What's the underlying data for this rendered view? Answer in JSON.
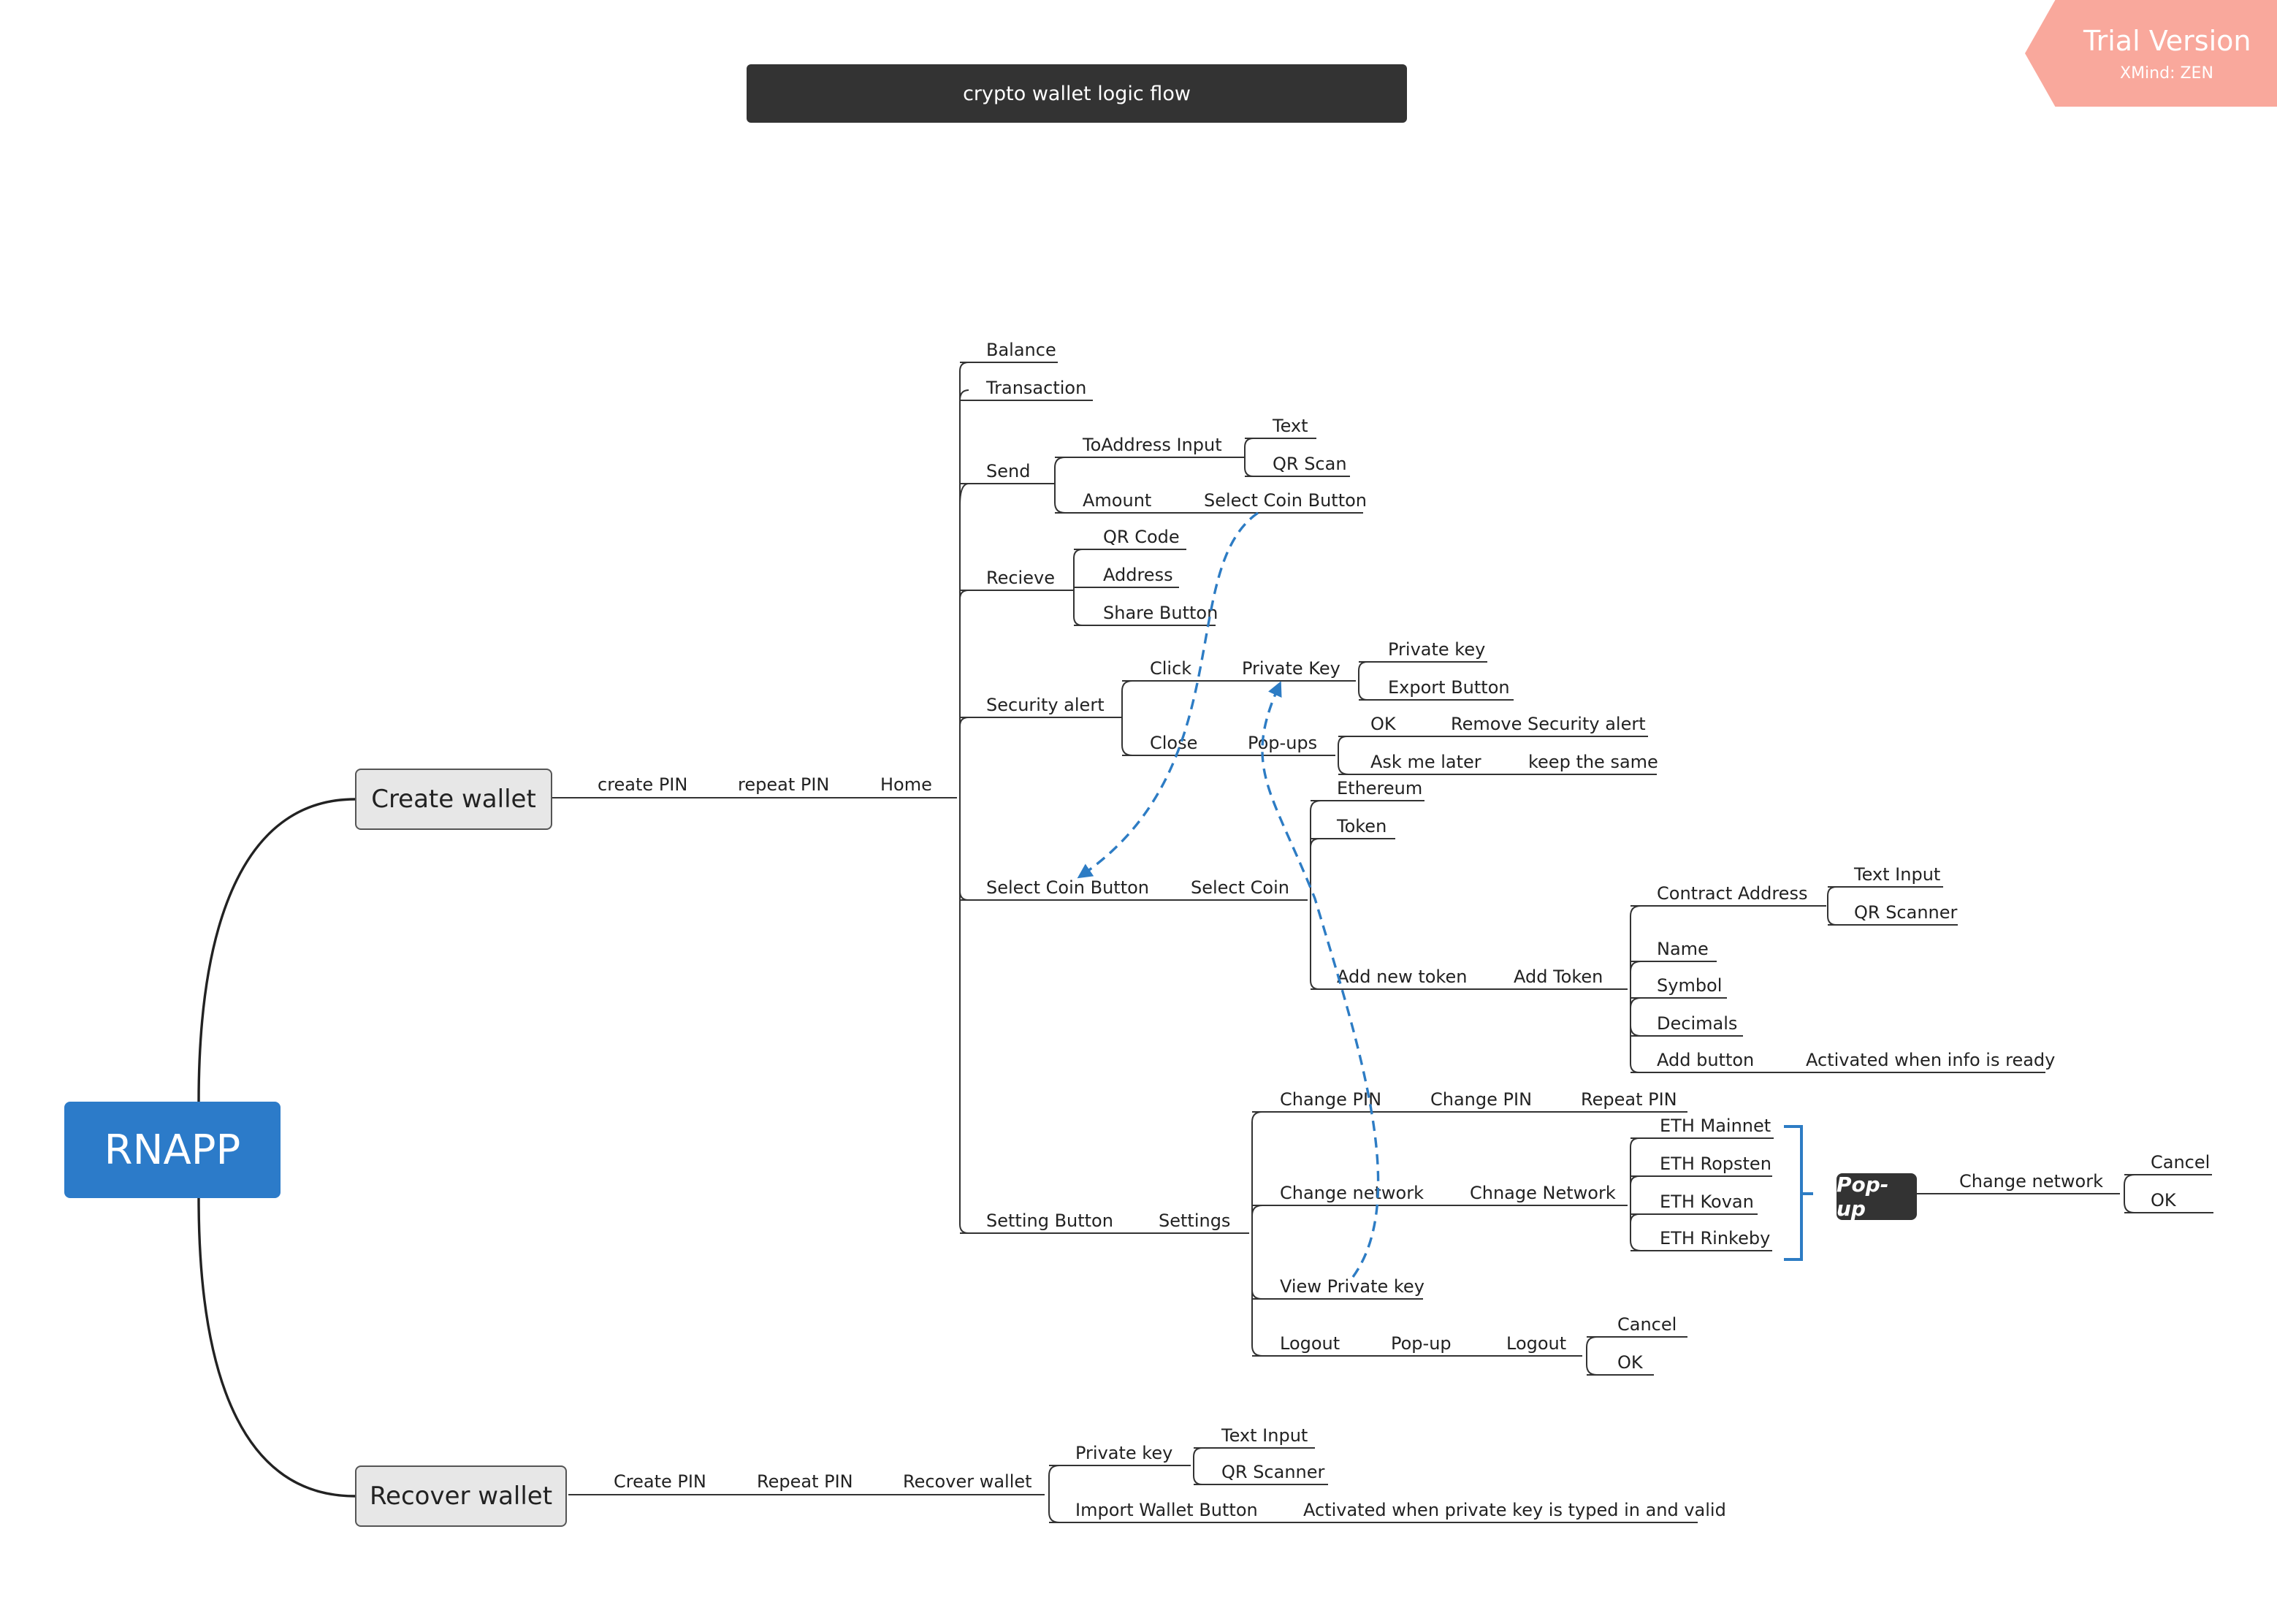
{
  "title": "crypto wallet logic flow",
  "root": "RNAPP",
  "watermark": {
    "title": "Trial Version",
    "subtitle": "XMind: ZEN"
  },
  "create_wallet": {
    "label": "Create wallet",
    "chain": [
      "create PIN",
      "repeat PIN",
      "Home"
    ],
    "home_items": {
      "balance": "Balance",
      "transaction": "Transaction",
      "send": {
        "label": "Send",
        "to_address": {
          "label": "ToAddress Input",
          "options": [
            "Text",
            "QR Scan"
          ]
        },
        "amount": "Amount",
        "select_coin_button": "Select Coin Button"
      },
      "receive": {
        "label": "Recieve",
        "items": [
          "QR Code",
          "Address",
          "Share Button"
        ]
      },
      "security_alert": {
        "label": "Security alert",
        "click": {
          "label": "Click",
          "private_key": "Private Key",
          "items": [
            "Private key",
            "Export Button"
          ]
        },
        "close": {
          "label": "Close",
          "popups": "Pop-ups",
          "ok": "OK",
          "ok_result": "Remove Security alert",
          "later": "Ask me later",
          "later_result": "keep the same"
        }
      },
      "select_coin": {
        "label": "Select Coin Button",
        "next": "Select Coin",
        "coins": [
          "Ethereum",
          "Token"
        ],
        "add_new_token": "Add new token",
        "add_token": "Add Token",
        "contract_address": {
          "label": "Contract Address",
          "options": [
            "Text Input",
            "QR Scanner"
          ]
        },
        "fields": [
          "Name",
          "Symbol",
          "Decimals"
        ],
        "add_button": "Add button",
        "add_button_note": "Activated when info is ready"
      },
      "settings": {
        "label": "Setting Button",
        "next": "Settings",
        "change_pin": [
          "Change PIN",
          "Change PIN",
          "Repeat PIN"
        ],
        "change_network": {
          "label": "Change network",
          "next": "Chnage Network",
          "networks": [
            "ETH Mainnet",
            "ETH Ropsten",
            "ETH Kovan",
            "ETH Rinkeby"
          ],
          "popup": "Pop-up",
          "popup_action": "Change network",
          "popup_options": [
            "Cancel",
            "OK"
          ]
        },
        "view_private_key": "View Private key",
        "logout": {
          "label": "Logout",
          "popup": "Pop-up",
          "next": "Logout",
          "options": [
            "Cancel",
            "OK"
          ]
        }
      }
    }
  },
  "recover_wallet": {
    "label": "Recover wallet",
    "chain": [
      "Create PIN",
      "Repeat PIN",
      "Recover wallet"
    ],
    "private_key": {
      "label": "Private key",
      "options": [
        "Text Input",
        "QR Scanner"
      ]
    },
    "import_button": "Import Wallet Button",
    "import_note": "Activated when private key is typed in and valid"
  },
  "colors": {
    "root": "#2c7bc9",
    "branch": "#e7e7e7",
    "title_bar": "#333333",
    "relationship": "#2d7cc4",
    "watermark": "#f9a89c"
  }
}
